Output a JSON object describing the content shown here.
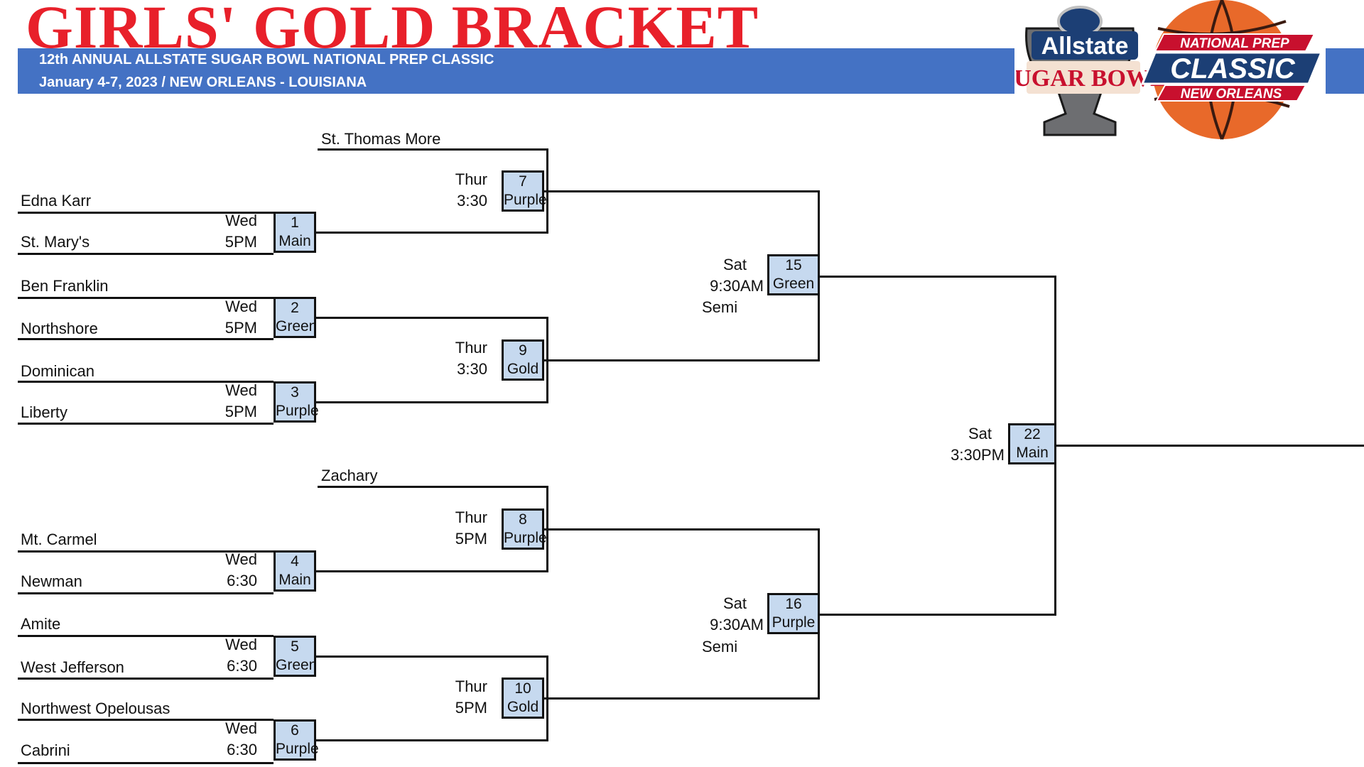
{
  "header": {
    "title": "GIRLS' GOLD BRACKET",
    "subtitle1": "12th ANNUAL ALLSTATE SUGAR BOWL NATIONAL PREP CLASSIC",
    "subtitle2": "January 4-7, 2023 /  NEW ORLEANS - LOUISIANA"
  },
  "logo": {
    "line1": "Allstate",
    "line2": "SUGAR BOWL",
    "line3": "NATIONAL PREP",
    "line4": "CLASSIC",
    "line5": "NEW ORLEANS"
  },
  "teams": {
    "st_thomas_more": "St. Thomas More",
    "edna_karr": "Edna Karr",
    "st_marys": "St. Mary's",
    "ben_franklin": "Ben Franklin",
    "northshore": "Northshore",
    "dominican": "Dominican",
    "liberty": "Liberty",
    "zachary": "Zachary",
    "mt_carmel": "Mt. Carmel",
    "newman": "Newman",
    "amite": "Amite",
    "west_jefferson": "West Jefferson",
    "northwest_opelousas": "Northwest Opelousas",
    "cabrini": "Cabrini"
  },
  "games": {
    "g1": {
      "num": "1",
      "court": "Main",
      "day": "Wed",
      "time": "5PM"
    },
    "g2": {
      "num": "2",
      "court": "Green",
      "day": "Wed",
      "time": "5PM"
    },
    "g3": {
      "num": "3",
      "court": "Purple",
      "day": "Wed",
      "time": "5PM"
    },
    "g4": {
      "num": "4",
      "court": "Main",
      "day": "Wed",
      "time": "6:30"
    },
    "g5": {
      "num": "5",
      "court": "Green",
      "day": "Wed",
      "time": "6:30"
    },
    "g6": {
      "num": "6",
      "court": "Purple",
      "day": "Wed",
      "time": "6:30"
    },
    "g7": {
      "num": "7",
      "court": "Purple",
      "day": "Thur",
      "time": "3:30"
    },
    "g8": {
      "num": "8",
      "court": "Purple",
      "day": "Thur",
      "time": "5PM"
    },
    "g9": {
      "num": "9",
      "court": "Gold",
      "day": "Thur",
      "time": "3:30"
    },
    "g10": {
      "num": "10",
      "court": "Gold",
      "day": "Thur",
      "time": "5PM"
    },
    "g15": {
      "num": "15",
      "court": "Green",
      "day": "Sat",
      "time": "9:30AM",
      "round": "Semi"
    },
    "g16": {
      "num": "16",
      "court": "Purple",
      "day": "Sat",
      "time": "9:30AM",
      "round": "Semi"
    },
    "g22": {
      "num": "22",
      "court": "Main",
      "day": "Sat",
      "time": "3:30PM"
    }
  },
  "colors": {
    "title_red": "#e8202a",
    "band_blue": "#4472c4",
    "box_blue": "#c6d9ef"
  }
}
